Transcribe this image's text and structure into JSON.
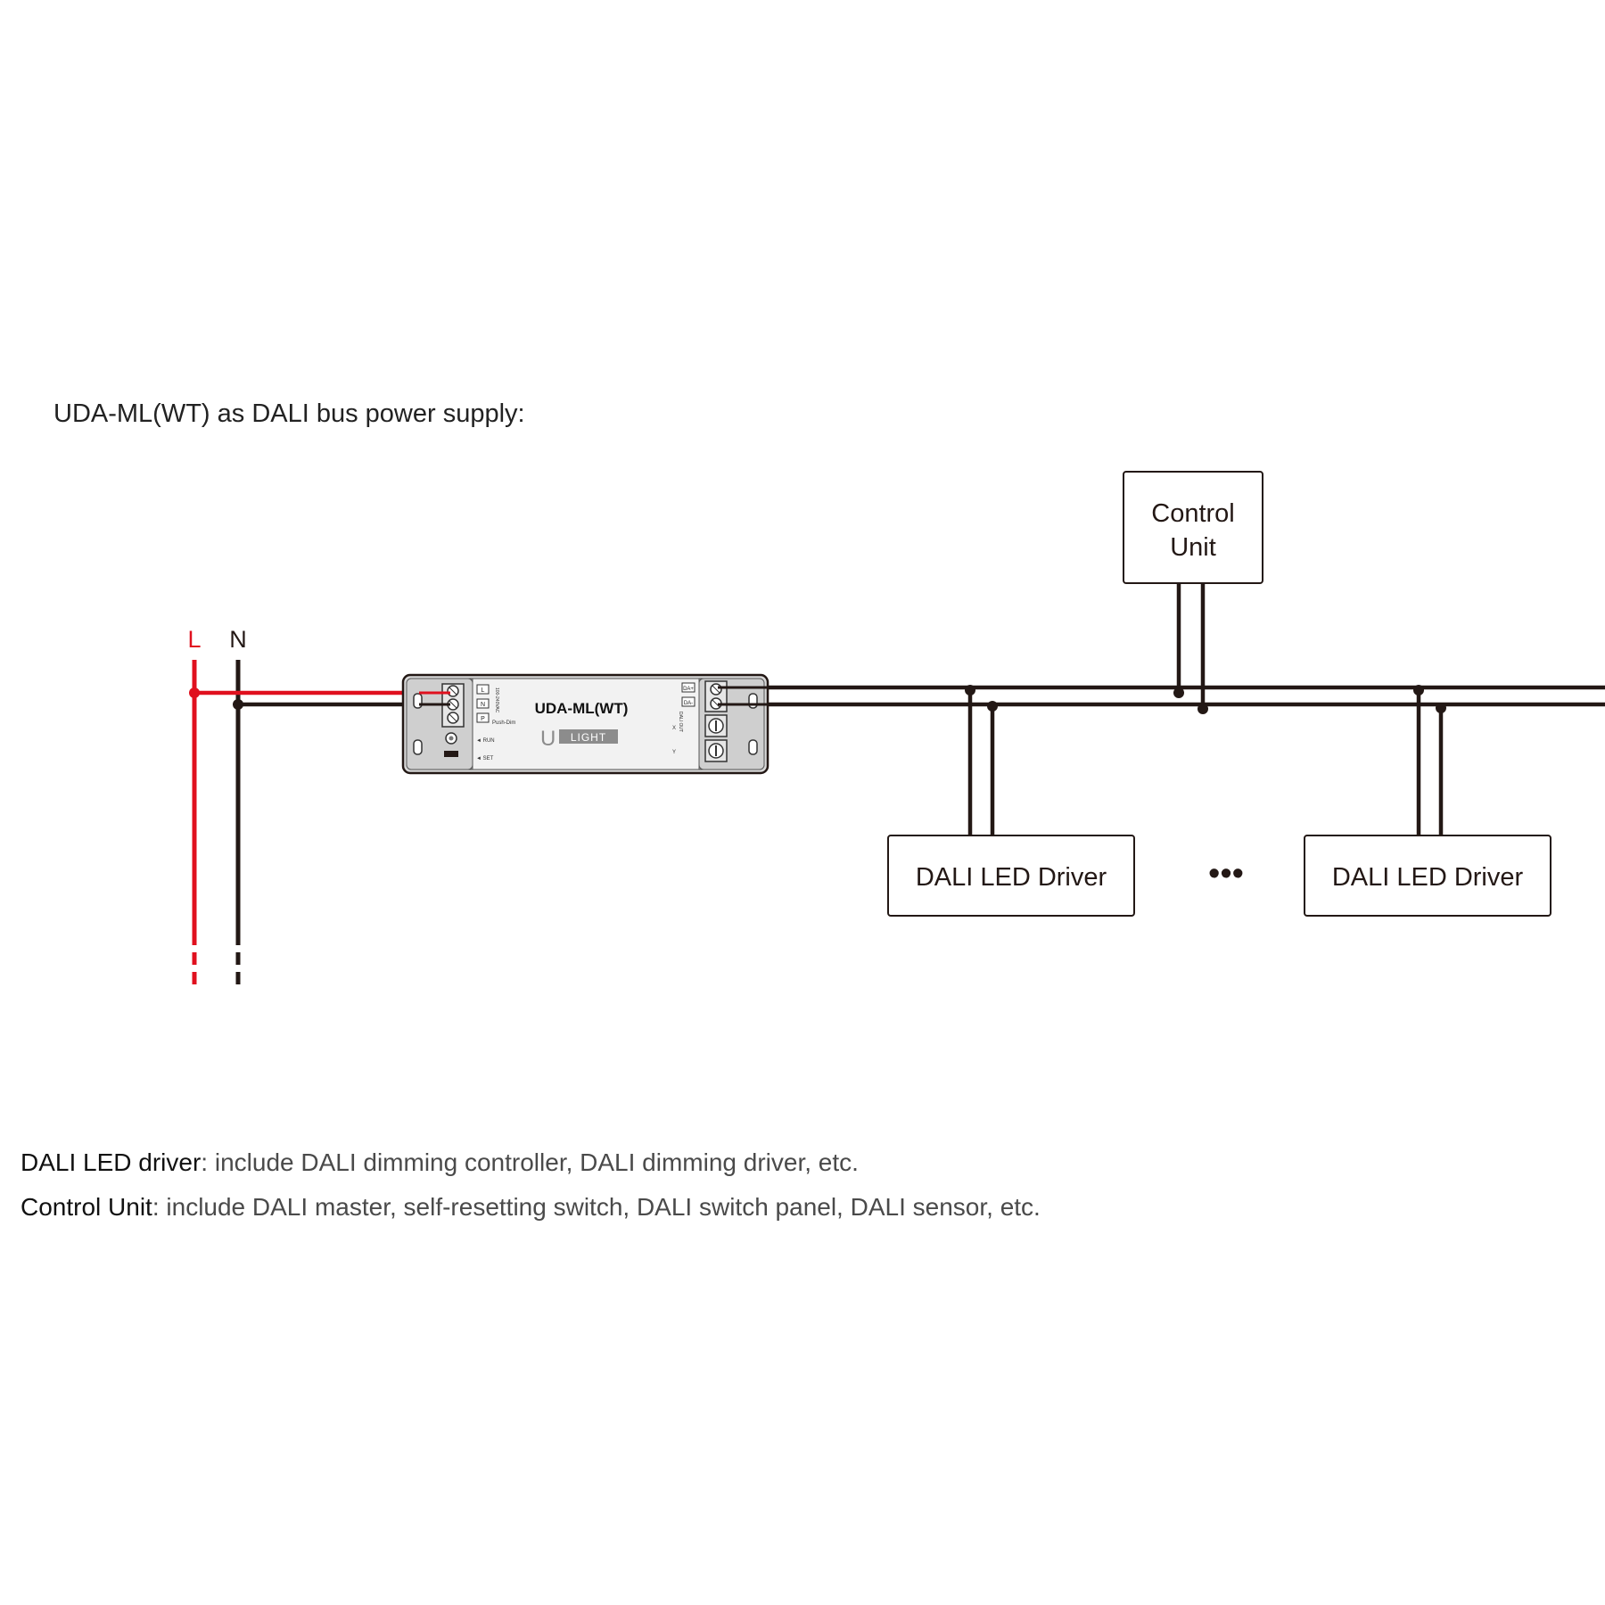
{
  "heading": "UDA-ML(WT) as DALI bus power supply:",
  "lines": {
    "live": "L",
    "neutral": "N"
  },
  "device": {
    "model": "UDA-ML(WT)",
    "brand_u": "U",
    "brand_text": "LIGHT",
    "input_labels": [
      "L",
      "N",
      "P"
    ],
    "input_caption": "100-240VAC",
    "push_dim": "Push-Dim",
    "run": "◄ RUN",
    "set": "◄ SET",
    "output_labels": [
      "DA+",
      "DA-"
    ],
    "output_caption": "DALI OUT",
    "x_label": "X",
    "y_label": "Y"
  },
  "control_unit": {
    "line1": "Control",
    "line2": "Unit"
  },
  "drivers": [
    "DALI LED Driver",
    "DALI LED Driver"
  ],
  "ellipsis": "•••",
  "legend": [
    {
      "term": "DALI LED driver",
      "desc": ": include DALI dimming controller, DALI dimming driver, etc."
    },
    {
      "term": "Control Unit",
      "desc": ": include DALI master, self-resetting switch, DALI switch panel, DALI sensor, etc."
    }
  ],
  "colors": {
    "live": "#e0101e",
    "wire": "#231815",
    "device_body": "#f2f2f2",
    "brand_gray": "#8c8c8c"
  }
}
